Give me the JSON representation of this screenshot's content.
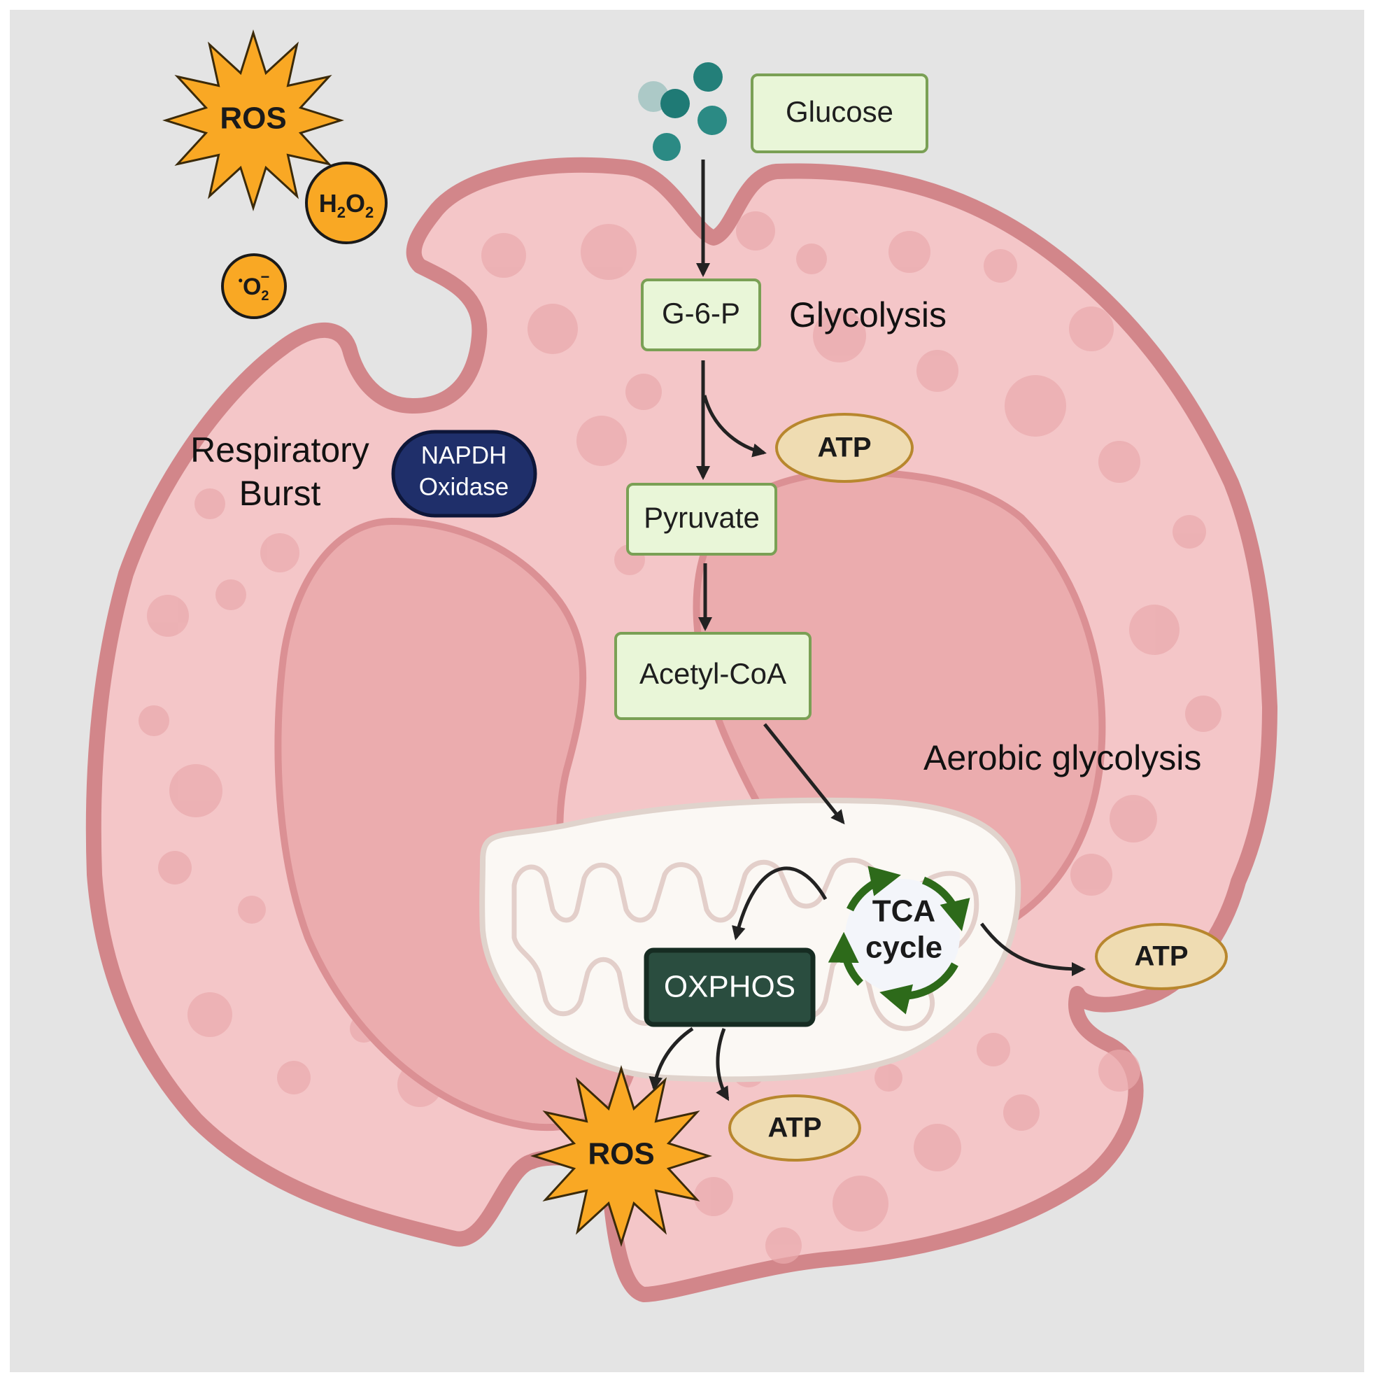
{
  "labels": {
    "glucose": "Glucose",
    "g6p": "G-6-P",
    "glycolysis": "Glycolysis",
    "atp_glycolysis": "ATP",
    "pyruvate": "Pyruvate",
    "acetyl_coa": "Acetyl-CoA",
    "aerobic_glycolysis": "Aerobic glycolysis",
    "respiratory_line1": "Respiratory",
    "respiratory_line2": "Burst",
    "napdh_line1": "NAPDH",
    "napdh_line2": "Oxidase",
    "tca_line1": "TCA",
    "tca_line2": "cycle",
    "oxphos": "OXPHOS",
    "atp_tca": "ATP",
    "atp_oxphos": "ATP",
    "ros_top": "ROS",
    "ros_bottom": "ROS",
    "h2o2_h": "H",
    "h2o2_sub1": "2",
    "h2o2_o": "O",
    "h2o2_sub2": "2",
    "superoxide_dot": "•",
    "superoxide_o": "O",
    "superoxide_sub": "2",
    "superoxide_sup": "−"
  },
  "colors": {
    "background": "#e4e4e4",
    "cell_fill": "#f4c6c8",
    "cell_border": "#d2868a",
    "nucleus_fill": "#ebacae",
    "metabolite_box_fill": "#e9f6d8",
    "metabolite_box_border": "#7aa055",
    "atp_fill": "#efdcb2",
    "atp_border": "#b8872e",
    "ros_fill": "#f9a824",
    "napdh_fill": "#1f2f6a",
    "oxphos_fill": "#2a4d3f",
    "tca_arrow": "#2d6a1a",
    "glucose_particle": "#2b8a84"
  }
}
